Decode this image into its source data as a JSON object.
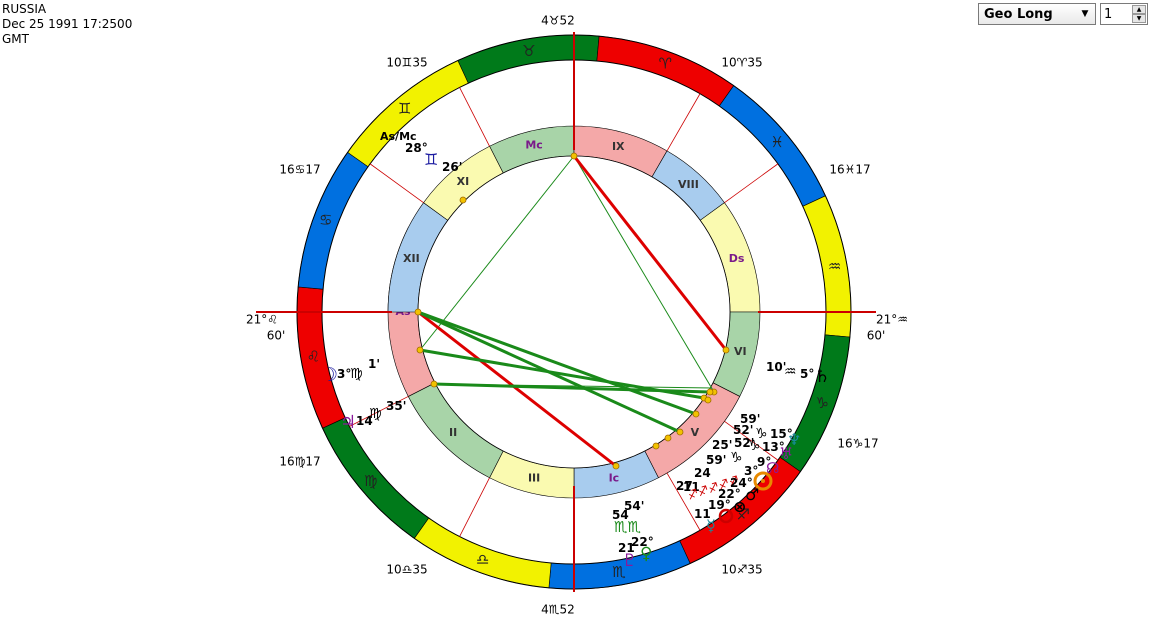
{
  "info": {
    "location": "RUSSIA",
    "datetime": "Dec 25 1991 17:2500",
    "timezone": "GMT"
  },
  "controls": {
    "select_value": "Geo Long",
    "spin_value": "1"
  },
  "colors": {
    "fire": "#ee0000",
    "earth": "#007a1a",
    "air": "#f2f200",
    "water": "#0070e0",
    "house_angle": "#f4a8a8",
    "house_succ": "#a8d4a8",
    "house_cad": "#a8ccee",
    "house_yellow": "#fafab0",
    "aspect_hard": "#dd0000",
    "aspect_soft": "#1a8a1a",
    "cusp_line": "#cc0000"
  },
  "outer_ring_cusps": [
    {
      "key": "top",
      "text": "4♉52"
    },
    {
      "key": "n1",
      "text": "10♈35"
    },
    {
      "key": "ne",
      "text": "16♓17"
    },
    {
      "key": "e",
      "line1": "21°♒",
      "line2": "60'"
    },
    {
      "key": "se",
      "text": "16♑17"
    },
    {
      "key": "s1",
      "text": "10♐35"
    },
    {
      "key": "bottom",
      "text": "4♏52"
    },
    {
      "key": "sw1",
      "text": "10♎35"
    },
    {
      "key": "sw",
      "text": "16♍17"
    },
    {
      "key": "w",
      "line1": "21°♌",
      "line2": "60'"
    },
    {
      "key": "nw",
      "text": "16♋17"
    },
    {
      "key": "nw1",
      "text": "10♊35"
    }
  ],
  "sign_glyphs": [
    "♉",
    "♈",
    "♓",
    "♒",
    "♑",
    "♐",
    "♏",
    "♎",
    "♍",
    "♌",
    "♋",
    "♊"
  ],
  "houses": [
    "Mc",
    "IX",
    "VIII",
    "Ds",
    "VI",
    "V",
    "Ic",
    "III",
    "II",
    "As",
    "XII",
    "XI"
  ],
  "planets": {
    "moon": {
      "glyph": "☽",
      "deg": "3°",
      "sign": "♍",
      "min": "1'"
    },
    "jupiter": {
      "glyph": "♃",
      "deg": "14",
      "sign": "♍",
      "min": "35'"
    },
    "gemini": {
      "glyph": "♊",
      "deg": "26'",
      "extra": "28°"
    },
    "asmc": {
      "text": "As/Mc"
    },
    "saturn": {
      "glyph": "♄",
      "deg": "5°",
      "sign": "♒",
      "min": "10'"
    },
    "neptune": {
      "glyph": "♆",
      "deg": "15°",
      "min": "59'"
    },
    "uranus": {
      "glyph": "♅",
      "deg": "13°",
      "min": "52'"
    },
    "node": {
      "glyph": "☊",
      "deg": "9°",
      "min": "25'"
    },
    "sun": {
      "glyph": "☉",
      "deg": "3°",
      "min": "59'"
    },
    "mars": {
      "glyph": "♂",
      "deg": "24°",
      "min": "24"
    },
    "venus_sag": {
      "glyph": "⊗",
      "deg": "22°",
      "min": "11"
    },
    "mercury": {
      "glyph": "☿",
      "deg": "19°",
      "min": "27"
    },
    "mercury2": {
      "deg": "11"
    },
    "capr": {
      "text": "♑",
      "text2": "♑",
      "text3": "♑",
      "text4": "♑"
    },
    "sagr": {
      "text": "♐♐♐♐♐"
    },
    "pluto": {
      "glyph": "♇",
      "deg": "21",
      "sign": "♏♏",
      "min": "54'"
    },
    "venus": {
      "glyph": "♀",
      "deg": "22°",
      "min": "54"
    }
  }
}
